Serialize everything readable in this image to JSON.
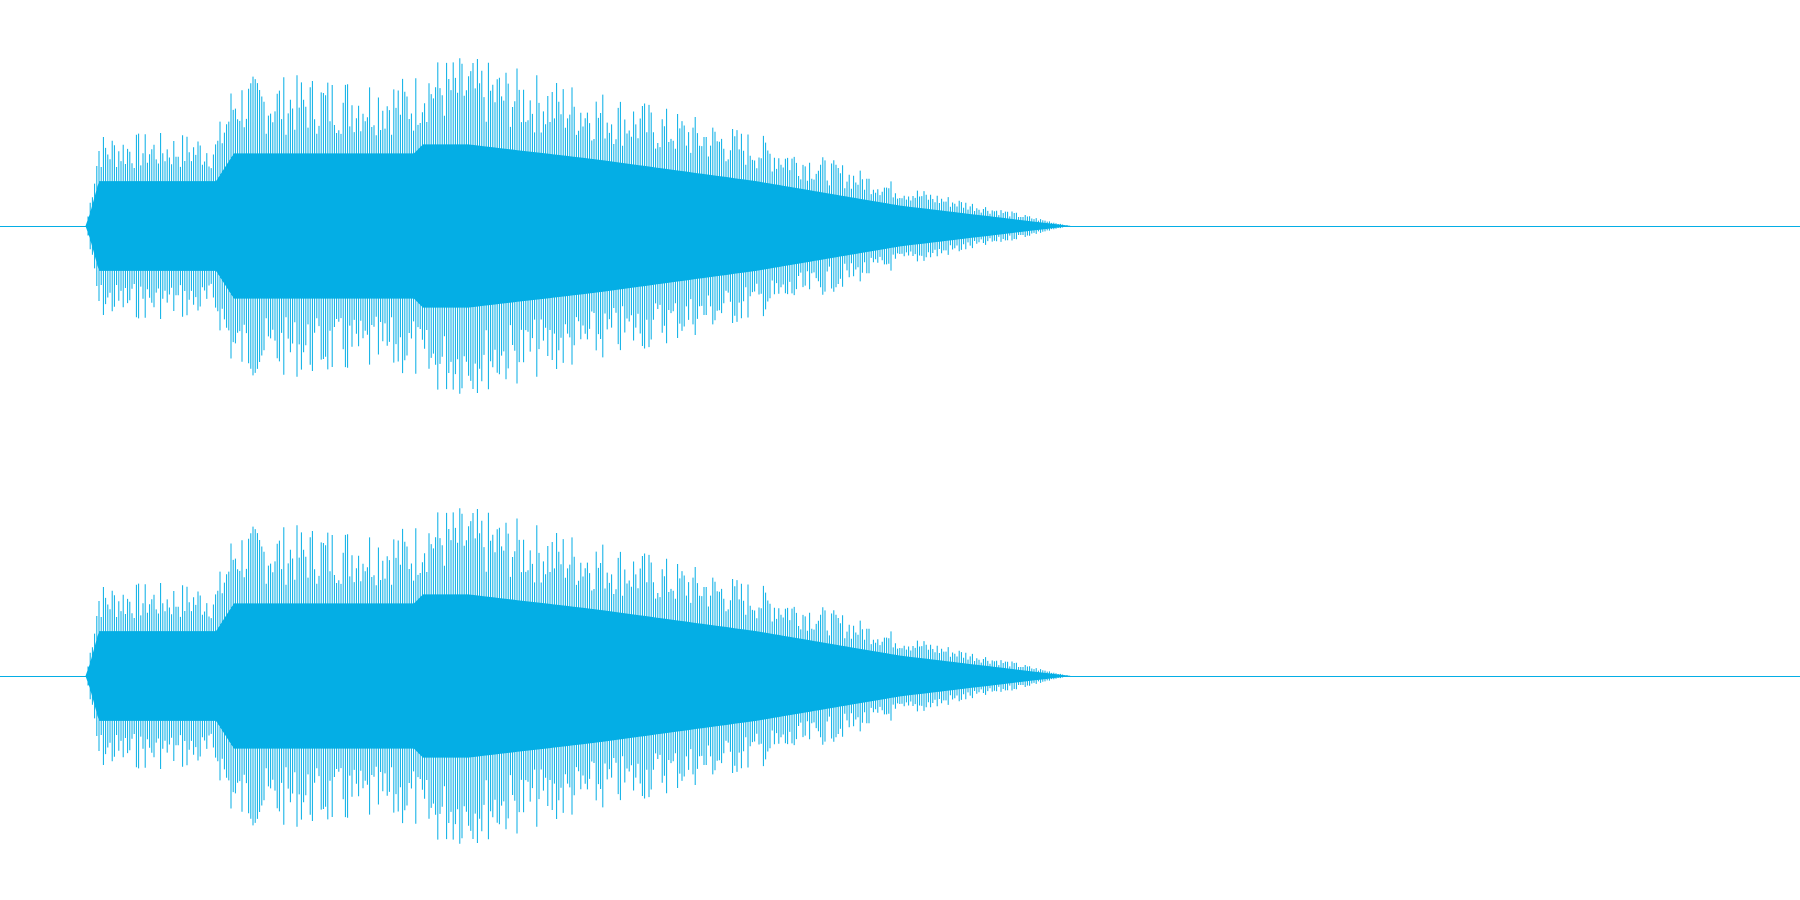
{
  "waveform_color": "#04aee5",
  "background_color": "#ffffff",
  "channels": [
    {
      "id": "channel-1",
      "envelope": [
        {
          "t": 0.0,
          "amp": 0.0
        },
        {
          "t": 0.048,
          "amp": 0.0
        },
        {
          "t": 0.055,
          "amp": 0.55
        },
        {
          "t": 0.12,
          "amp": 0.55
        },
        {
          "t": 0.13,
          "amp": 0.89
        },
        {
          "t": 0.23,
          "amp": 0.89
        },
        {
          "t": 0.235,
          "amp": 1.0
        },
        {
          "t": 0.26,
          "amp": 1.0
        },
        {
          "t": 0.33,
          "amp": 0.82
        },
        {
          "t": 0.42,
          "amp": 0.55
        },
        {
          "t": 0.5,
          "amp": 0.25
        },
        {
          "t": 0.595,
          "amp": 0.0
        },
        {
          "t": 1.0,
          "amp": 0.0
        }
      ]
    },
    {
      "id": "channel-2",
      "envelope": [
        {
          "t": 0.0,
          "amp": 0.0
        },
        {
          "t": 0.048,
          "amp": 0.0
        },
        {
          "t": 0.055,
          "amp": 0.55
        },
        {
          "t": 0.12,
          "amp": 0.55
        },
        {
          "t": 0.13,
          "amp": 0.89
        },
        {
          "t": 0.23,
          "amp": 0.89
        },
        {
          "t": 0.235,
          "amp": 1.0
        },
        {
          "t": 0.26,
          "amp": 1.0
        },
        {
          "t": 0.33,
          "amp": 0.82
        },
        {
          "t": 0.42,
          "amp": 0.55
        },
        {
          "t": 0.5,
          "amp": 0.25
        },
        {
          "t": 0.595,
          "amp": 0.0
        },
        {
          "t": 1.0,
          "amp": 0.0
        }
      ]
    }
  ]
}
